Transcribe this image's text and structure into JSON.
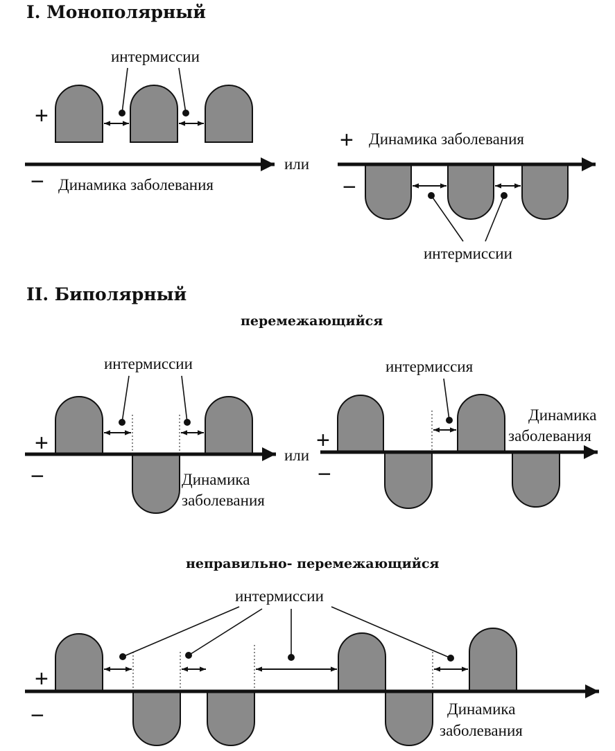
{
  "section_mono": "I. Монополярный",
  "section_bi": "II. Биполярный",
  "subtitle_intermittent": "перемежающийся",
  "subtitle_irregular": "неправильно- перемежающийся",
  "intermissions": "интермиссии",
  "intermission": "интермиссия",
  "dynamics": "Динамика заболевания",
  "dynamics_line1": "Динамика",
  "dynamics_line2": "заболевания",
  "or": "или",
  "plus": "+",
  "minus": "−",
  "colors": {
    "episode_fill": "#8a8a8a",
    "stroke": "#111111"
  }
}
